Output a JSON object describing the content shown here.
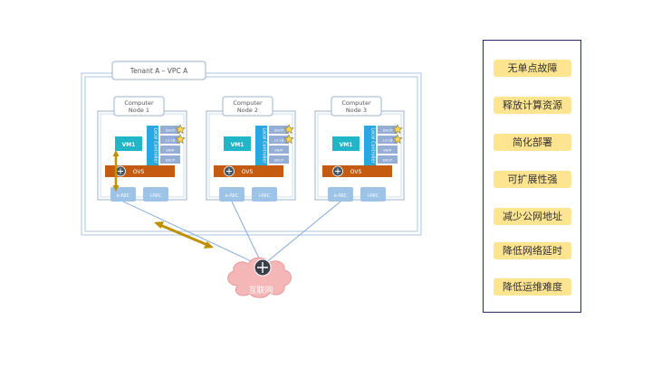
{
  "tenant": {
    "label": "Tenant A – VPC A"
  },
  "nodes": [
    {
      "title_line1": "Computer",
      "title_line2": "Node 1",
      "vm": "VM1",
      "controller": "Local Controller",
      "services": [
        "DHCP",
        "L3 LB",
        "SNAT",
        "DHCP"
      ],
      "ovs": "OVS",
      "enic": "e-NIC",
      "inic": "i-NIC"
    },
    {
      "title_line1": "Computer",
      "title_line2": "Node 2",
      "vm": "VM1",
      "controller": "Local Controller",
      "services": [
        "DHCP",
        "L3 LB",
        "SNAT",
        "DHCP"
      ],
      "ovs": "OVS",
      "enic": "e-NIC",
      "inic": "i-NIC"
    },
    {
      "title_line1": "Computer",
      "title_line2": "Node 3",
      "vm": "VM1",
      "controller": "Local Controller",
      "services": [
        "DHCP",
        "L3 LB",
        "SNAT",
        "DHCP"
      ],
      "ovs": "OVS",
      "enic": "e-NIC",
      "inic": "i-NIC"
    }
  ],
  "internet": {
    "label": "互联网"
  },
  "benefits": [
    "无单点故障",
    "释放计算资源",
    "简化部署",
    "可扩展性强",
    "减少公网地址",
    "降低网络延时",
    "降低运维难度"
  ],
  "colors": {
    "frame": "#b8cde3",
    "node_border": "#9bb3cc",
    "vm": "#21b5c8",
    "controller": "#29a8e0",
    "service": "#95aed6",
    "ovs": "#c55a11",
    "nic": "#9dc3e6",
    "cloud": "#f4b6b6",
    "arrow": "#bf9000",
    "benefit": "#fde491",
    "star": "#ffd84d"
  }
}
